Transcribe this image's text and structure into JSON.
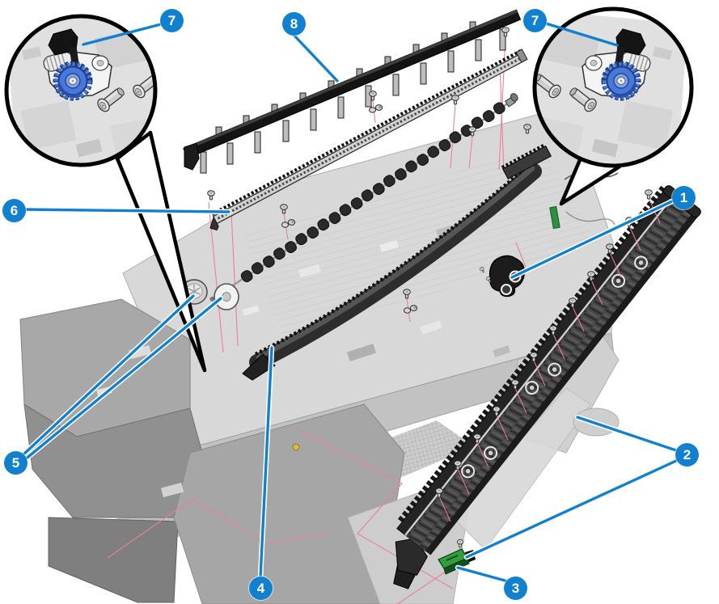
{
  "diagram": {
    "type": "exploded-parts-diagram",
    "callouts": {
      "c1": "1",
      "c2": "2",
      "c3": "3",
      "c4": "4",
      "c5": "5",
      "c6": "6",
      "c7_left": "7",
      "c7_right": "7",
      "c8": "8"
    }
  },
  "colors": {
    "accent": "#1180cf",
    "align": "#ec7f9b",
    "gearblue": "#4a78d8",
    "green": "#2f9e3c"
  }
}
